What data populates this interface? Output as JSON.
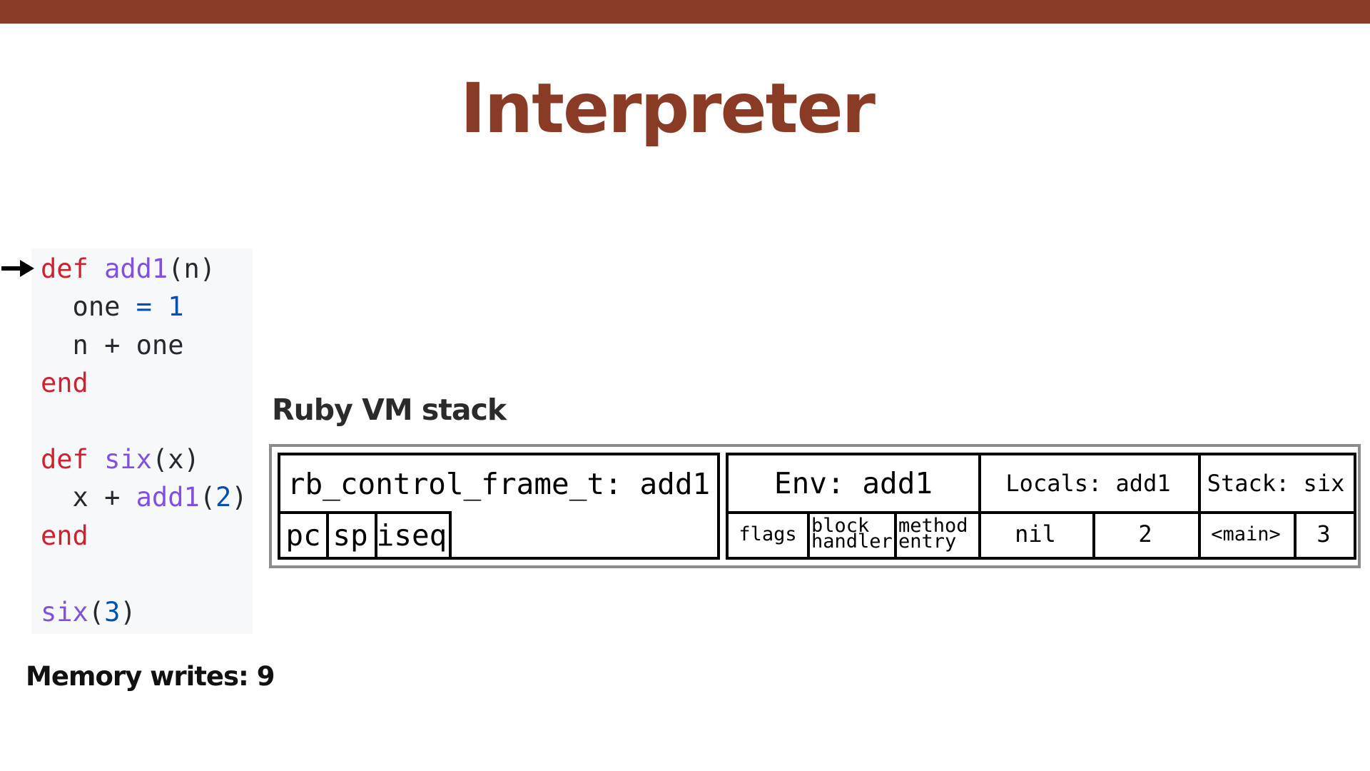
{
  "title": "Interpreter",
  "code": {
    "lines": [
      [
        {
          "t": "def ",
          "c": "kw"
        },
        {
          "t": "add1",
          "c": "fn"
        },
        {
          "t": "(n)",
          "c": ""
        }
      ],
      [
        {
          "t": "  one ",
          "c": ""
        },
        {
          "t": "=",
          "c": "op"
        },
        {
          "t": " ",
          "c": ""
        },
        {
          "t": "1",
          "c": "num"
        }
      ],
      [
        {
          "t": "  n + one",
          "c": ""
        }
      ],
      [
        {
          "t": "end",
          "c": "kw"
        }
      ],
      [
        {
          "t": "",
          "c": ""
        }
      ],
      [
        {
          "t": "def ",
          "c": "kw"
        },
        {
          "t": "six",
          "c": "fn"
        },
        {
          "t": "(x)",
          "c": ""
        }
      ],
      [
        {
          "t": "  x + ",
          "c": ""
        },
        {
          "t": "add1",
          "c": "fn"
        },
        {
          "t": "(",
          "c": ""
        },
        {
          "t": "2",
          "c": "num"
        },
        {
          "t": ")",
          "c": ""
        }
      ],
      [
        {
          "t": "end",
          "c": "kw"
        }
      ],
      [
        {
          "t": "",
          "c": ""
        }
      ],
      [
        {
          "t": "six",
          "c": "fn"
        },
        {
          "t": "(",
          "c": ""
        },
        {
          "t": "3",
          "c": "num"
        },
        {
          "t": ")",
          "c": ""
        }
      ]
    ],
    "current_line_index": 0
  },
  "memory_writes": "Memory writes: 9",
  "stack": {
    "label": "Ruby VM stack",
    "control_frame": {
      "title": "rb_control_frame_t: add1",
      "fields": [
        "pc",
        "sp",
        "iseq"
      ]
    },
    "env": {
      "title": "Env: add1",
      "fields": [
        {
          "lines": [
            "flags"
          ]
        },
        {
          "lines": [
            "block",
            "handler"
          ]
        },
        {
          "lines": [
            "method",
            "entry"
          ]
        }
      ]
    },
    "locals": {
      "title": "Locals: add1",
      "values": [
        "nil",
        "2"
      ]
    },
    "stack_values": {
      "title": "Stack: six",
      "values": [
        "<main>",
        "3"
      ]
    }
  },
  "colors": {
    "accent": "#8a3b26",
    "keyword": "#cf222e",
    "function": "#8250df",
    "number": "#0550ae",
    "code_bg": "#f6f8fa"
  }
}
